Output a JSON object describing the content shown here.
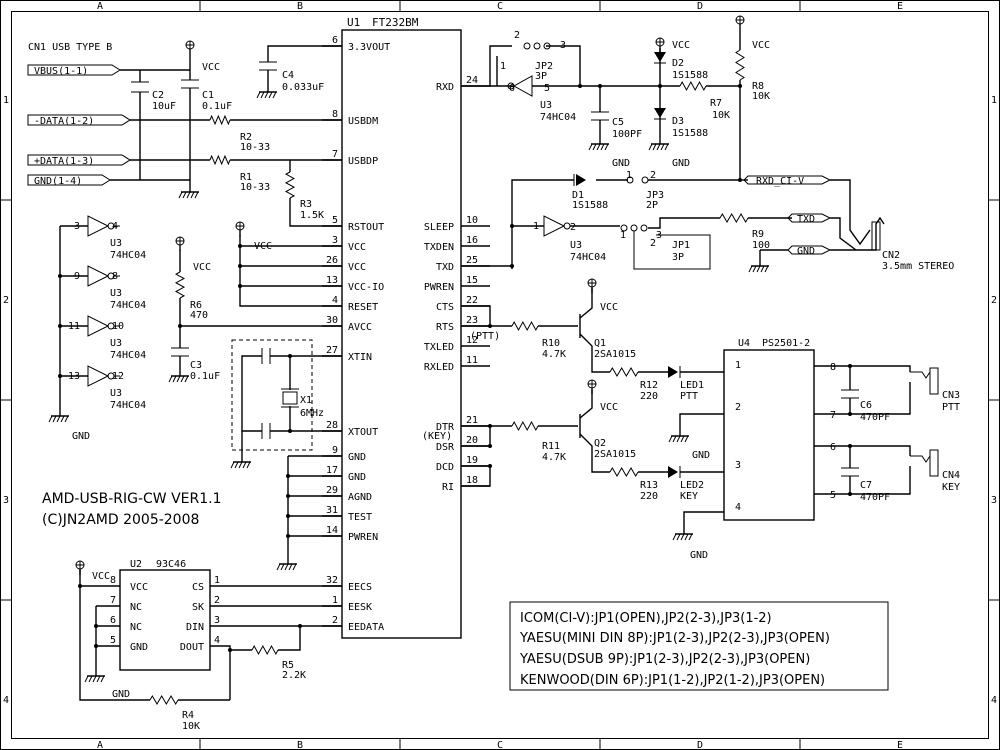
{
  "frame": {
    "columns": [
      "A",
      "B",
      "C",
      "D",
      "E"
    ],
    "rows": [
      "1",
      "2",
      "3",
      "4"
    ]
  },
  "title": {
    "line1": "AMD-USB-RIG-CW VER1.1",
    "line2": "(C)JN2AMD 2005-2008"
  },
  "nets": {
    "vcc": "VCC",
    "gnd": "GND"
  },
  "usb_connector": {
    "name": "CN1 USB TYPE B",
    "vbus": "VBUS(1-1)",
    "data_minus": "-DATA(1-2)",
    "data_plus": "+DATA(1-3)",
    "gnd": "GND(1-4)"
  },
  "ft232": {
    "ref": "U1",
    "part": "FT232BM",
    "left_pins": [
      {
        "num": "6",
        "name": "3.3VOUT"
      },
      {
        "num": "8",
        "name": "USBDM"
      },
      {
        "num": "7",
        "name": "USBDP"
      },
      {
        "num": "5",
        "name": "RSTOUT"
      },
      {
        "num": "3",
        "name": "VCC"
      },
      {
        "num": "26",
        "name": "VCC"
      },
      {
        "num": "13",
        "name": "VCC-IO"
      },
      {
        "num": "4",
        "name": "RESET"
      },
      {
        "num": "30",
        "name": "AVCC"
      },
      {
        "num": "27",
        "name": "XTIN"
      },
      {
        "num": "28",
        "name": "XTOUT"
      },
      {
        "num": "9",
        "name": "GND"
      },
      {
        "num": "17",
        "name": "GND"
      },
      {
        "num": "29",
        "name": "AGND"
      },
      {
        "num": "31",
        "name": "TEST"
      },
      {
        "num": "14",
        "name": "PWREN"
      },
      {
        "num": "32",
        "name": "EECS"
      },
      {
        "num": "1",
        "name": "EESK"
      },
      {
        "num": "2",
        "name": "EEDATA"
      }
    ],
    "right_pins": [
      {
        "num": "24",
        "name": "RXD"
      },
      {
        "num": "10",
        "name": "SLEEP"
      },
      {
        "num": "16",
        "name": "TXDEN"
      },
      {
        "num": "25",
        "name": "TXD"
      },
      {
        "num": "15",
        "name": "PWREN"
      },
      {
        "num": "22",
        "name": "CTS"
      },
      {
        "num": "23",
        "name": "RTS"
      },
      {
        "num": "12",
        "name": "TXLED"
      },
      {
        "num": "11",
        "name": "RXLED"
      },
      {
        "num": "21",
        "name": "DTR"
      },
      {
        "num": "20",
        "name": "DSR"
      },
      {
        "num": "19",
        "name": "DCD"
      },
      {
        "num": "18",
        "name": "RI"
      }
    ],
    "rts_note": "(PTT)",
    "dtr_note": "(KEY)"
  },
  "components": {
    "c1": {
      "ref": "C1",
      "value": "0.1uF"
    },
    "c2": {
      "ref": "C2",
      "value": "10uF"
    },
    "c3": {
      "ref": "C3",
      "value": "0.1uF"
    },
    "c4": {
      "ref": "C4",
      "value": "0.033uF"
    },
    "c5": {
      "ref": "C5",
      "value": "100PF"
    },
    "c6": {
      "ref": "C6",
      "value": "470PF"
    },
    "c7": {
      "ref": "C7",
      "value": "470PF"
    },
    "r1": {
      "ref": "R1",
      "value": "10-33"
    },
    "r2": {
      "ref": "R2",
      "value": "10-33"
    },
    "r3": {
      "ref": "R3",
      "value": "1.5K"
    },
    "r4": {
      "ref": "R4",
      "value": "10K"
    },
    "r5": {
      "ref": "R5",
      "value": "2.2K"
    },
    "r6": {
      "ref": "R6",
      "value": "470"
    },
    "r7": {
      "ref": "R7",
      "value": "10K"
    },
    "r8": {
      "ref": "R8",
      "value": "10K"
    },
    "r9": {
      "ref": "R9",
      "value": "100"
    },
    "r10": {
      "ref": "R10",
      "value": "4.7K"
    },
    "r11": {
      "ref": "R11",
      "value": "4.7K"
    },
    "r12": {
      "ref": "R12",
      "value": "220"
    },
    "r13": {
      "ref": "R13",
      "value": "220"
    },
    "d1": {
      "ref": "D1",
      "value": "1S1588"
    },
    "d2": {
      "ref": "D2",
      "value": "1S1588"
    },
    "d3": {
      "ref": "D3",
      "value": "1S1588"
    },
    "x1": {
      "ref": "X1",
      "value": "6MHz"
    },
    "q1": {
      "ref": "Q1",
      "value": "2SA1015"
    },
    "q2": {
      "ref": "Q2",
      "value": "2SA1015"
    },
    "led1": {
      "ref": "LED1",
      "value": "PTT"
    },
    "led2": {
      "ref": "LED2",
      "value": "KEY"
    },
    "jp1": {
      "ref": "JP1",
      "value": "3P"
    },
    "jp2": {
      "ref": "JP2",
      "value": "3P"
    },
    "jp3": {
      "ref": "JP3",
      "value": "2P"
    }
  },
  "inverters": {
    "ref": "U3",
    "part": "74HC04",
    "unused": [
      {
        "in": "3",
        "out": "4"
      },
      {
        "in": "9",
        "out": "8"
      },
      {
        "in": "11",
        "out": "10"
      },
      {
        "in": "13",
        "out": "12"
      }
    ],
    "rx": {
      "in": "5",
      "out": "6"
    },
    "tx": {
      "in": "1",
      "out": "2"
    }
  },
  "eeprom": {
    "ref": "U2",
    "part": "93C46",
    "left_pins": [
      {
        "num": "8",
        "name": "VCC"
      },
      {
        "num": "7",
        "name": "NC"
      },
      {
        "num": "6",
        "name": "NC"
      },
      {
        "num": "5",
        "name": "GND"
      }
    ],
    "right_pins": [
      {
        "num": "1",
        "name": "CS"
      },
      {
        "num": "2",
        "name": "SK"
      },
      {
        "num": "3",
        "name": "DIN"
      },
      {
        "num": "4",
        "name": "DOUT"
      }
    ]
  },
  "optocoupler": {
    "ref": "U4",
    "part": "PS2501-2",
    "pins": [
      "1",
      "2",
      "3",
      "4",
      "8",
      "7",
      "6",
      "5"
    ]
  },
  "signals": {
    "rxd_civ": "RXD_CI-V",
    "txd": "TXD",
    "gnd": "GND"
  },
  "cn2": {
    "ref": "CN2",
    "desc": "3.5mm STEREO"
  },
  "cn3": {
    "ref": "CN3",
    "desc": "PTT"
  },
  "cn4": {
    "ref": "CN4",
    "desc": "KEY"
  },
  "jumper_pins": {
    "jp2": [
      "1",
      "2",
      "3"
    ],
    "jp3": [
      "1",
      "2"
    ],
    "jp1": [
      "1",
      "2",
      "3"
    ]
  },
  "jumper_table": [
    "ICOM(CI-V):JP1(OPEN),JP2(2-3),JP3(1-2)",
    "YAESU(MINI DIN 8P):JP1(2-3),JP2(2-3),JP3(OPEN)",
    "YAESU(DSUB 9P):JP1(2-3),JP2(2-3),JP3(OPEN)",
    "KENWOOD(DIN 6P):JP1(1-2),JP2(1-2),JP3(OPEN)"
  ]
}
